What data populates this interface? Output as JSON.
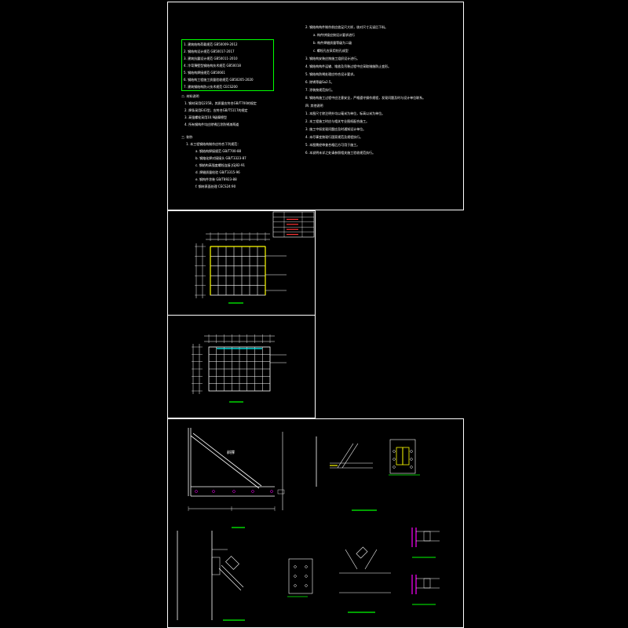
{
  "colors": {
    "background": "#000000",
    "frame": "#ffffff",
    "text": "#ffffff",
    "accent_green": "#00ff00",
    "accent_yellow": "#ffff00",
    "accent_cyan": "#00ffff",
    "accent_magenta": "#ff00ff",
    "accent_red": "#ff3333"
  },
  "sheets": {
    "notes": {
      "standards_box": [
        "1. 建筑结构荷载规范 GB50009-2012",
        "2. 钢结构设计规范 GB50017-2017",
        "3. 建筑抗震设计规范 GB50011-2010",
        "4. 冷弯薄壁型钢结构技术规范 GB50018",
        "5. 钢结构焊接规范 GB50661",
        "6. 钢结构工程施工质量验收规范 GB50205-2020",
        "7. 建筑钢结构防火技术规范 CECS200"
      ],
      "section_two": [
        "二. 材料说明",
        "1. 钢材采用Q235B，其质量应符合GB/T700的规定",
        "2. 焊条采用E43型，应符合GB/T5117的规定",
        "3. 高强螺栓采用10.9级摩擦型",
        "4. 所有钢构件均应除锈后涂防锈漆两道"
      ],
      "section_three": [
        "三. 制作",
        "1. 本工程钢结构制作应符合下列规范：",
        "a. 钢结构焊接规范 GB/T700-88",
        "b. 钢熔化焊对接接头 GB/T3323-87",
        "c. 钢结构高强度螺栓连接 JGJ82-91",
        "d. 焊缝质量检验 GB/T3315-96",
        "e. 钢构件涂装 GB/T8923-88",
        "f. 钢材表面处理 CECS24:90"
      ],
      "right_column": [
        "2. 钢结构构件制作前应放足尺大样，核对尺寸无误后下料。",
        "a. 构件拼接应按设计要求进行",
        "b. 构件焊缝质量等级为二级",
        "c. 螺栓孔应采用钻孔成型",
        "3. 钢结构安装应按施工组织设计进行。",
        "4. 钢结构构件运输、堆放及吊装过程中应采取措施防止变形。",
        "5. 钢结构防锈处理应符合设计要求。",
        "6. 除锈等级Sa2.5。",
        "7. 涂装按规范执行。",
        "8. 钢结构施工过程中应注意安全，严格遵守操作规程，发现问题及时与设计单位联系。",
        "四. 其他说明",
        "1. 本图尺寸除注明外均以毫米为单位，标高以米为单位。",
        "2. 本工程施工时应与相关专业图纸配合施工。",
        "3. 施工中如发现问题应及时通知设计单位。",
        "4. 未尽事宜按现行国家规范及规程执行。",
        "5. 本图需经审查合格后方可用于施工。",
        "6. 本说明未详之处请参照相关施工验收规范执行。"
      ]
    },
    "plans": [
      {
        "id": "plan-1",
        "grid_cols": 7,
        "grid_rows": 5
      },
      {
        "id": "plan-2",
        "grid_cols": 8,
        "grid_rows": 6
      }
    ],
    "detail_sheet": {
      "label_brace": "斜撑"
    }
  }
}
